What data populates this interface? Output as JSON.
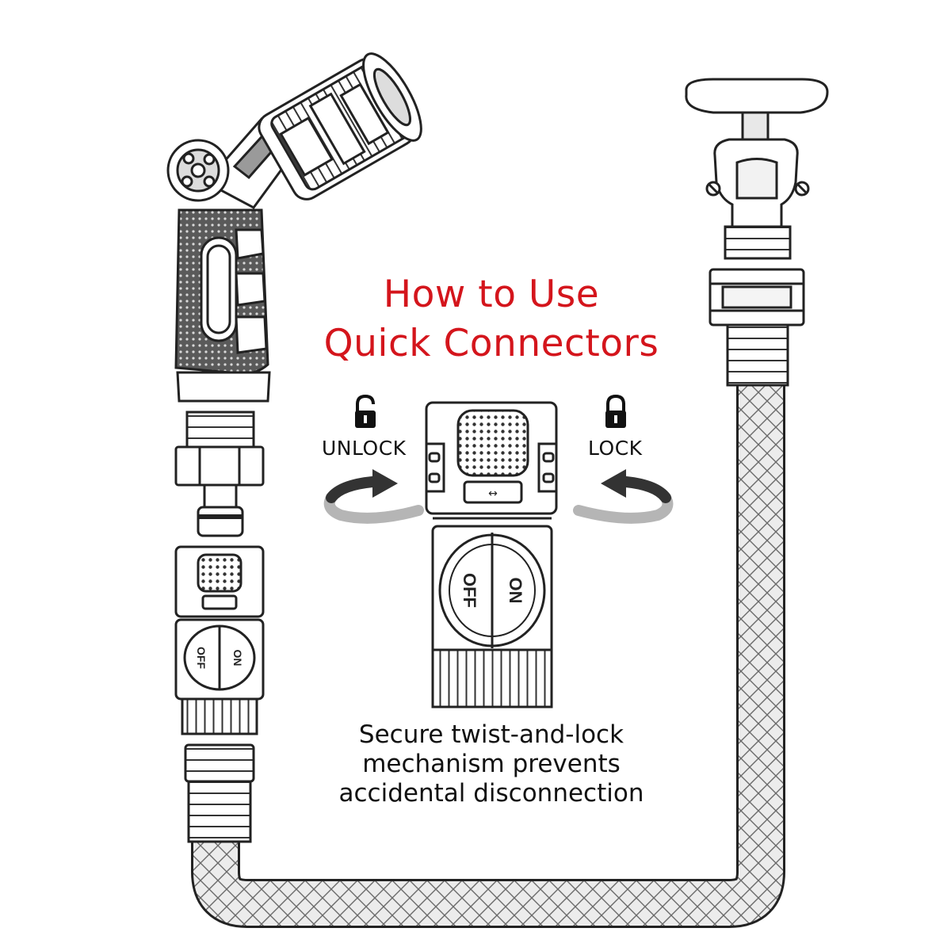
{
  "title": {
    "line1": "How to Use",
    "line2": "Quick Connectors"
  },
  "actions": {
    "unlock_label": "UNLOCK",
    "lock_label": "LOCK",
    "unlock_icon": "unlocked-padlock-icon",
    "lock_icon": "locked-padlock-icon"
  },
  "caption": {
    "line1": "Secure twist-and-lock",
    "line2": "mechanism prevents",
    "line3": "accidental disconnection"
  },
  "connector_labels": {
    "off": "OFF",
    "on": "ON"
  },
  "colors": {
    "title_red": "#d4151c",
    "line_art": "#222222",
    "arrow_dark": "#333333",
    "arrow_light": "#b5b5b5"
  }
}
